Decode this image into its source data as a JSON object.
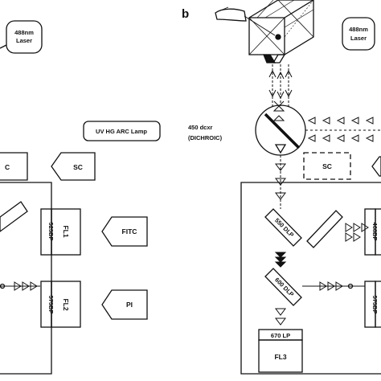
{
  "panel_b_letter": "b",
  "panel_a": {
    "laser_line1": "488nm",
    "laser_line2": "Laser",
    "lamp_label": "UV HG ARC Lamp",
    "sc_box_left": "C",
    "sc_detector": "SC",
    "filter_fl1": "525BP",
    "filter_fl2": "575BP",
    "detector_fl1": "FL1",
    "detector_fl2": "FL2",
    "stain_fitc": "FITC",
    "stain_pi": "PI"
  },
  "panel_b": {
    "laser_line1": "488nm",
    "laser_line2": "Laser",
    "dichroic_line1": "450 dcxr",
    "dichroic_line2": "(DICHROIC)",
    "sc_dashed": "SC",
    "dlp_550": "550 DLP",
    "dlp_600": "600 DLP",
    "filter_468": "468BP",
    "filter_575": "575BP",
    "lp_670": "670 LP",
    "detector_fl3": "FL3"
  }
}
